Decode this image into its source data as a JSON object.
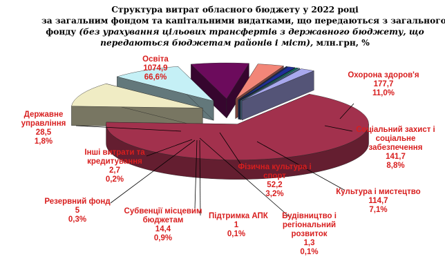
{
  "title": {
    "line1": "Структура  витрат  обласного  бюджету у 2022 році",
    "line2": "за загальним  фондом  та капітальними  видатками,  що передаються  з загального",
    "line3_a": "фонду",
    "line3_b": " (без урахування цільових трансфертів з державного бюджету,  що",
    "line4_b": "передаються  бюджетам  районів і міст),",
    "line4_c": " млн.грн,  %"
  },
  "chart_data": {
    "type": "pie",
    "title": "Структура витрат обласного бюджету у 2022 році",
    "slices": [
      {
        "label_lines": [
          "Освіта"
        ],
        "value_text": "1074,9",
        "pct_text": "66,6%",
        "value": 1074.9,
        "pct": 66.6,
        "color": "#a2314d"
      },
      {
        "label_lines": [
          "Охорона здоров'я"
        ],
        "value_text": "177,7",
        "pct_text": "11,0%",
        "value": 177.7,
        "pct": 11.0,
        "color": "#f0ecc4"
      },
      {
        "label_lines": [
          "Соціальний захист і",
          "соціальне",
          "забезпечення"
        ],
        "value_text": "141,7",
        "pct_text": "8,8%",
        "value": 141.7,
        "pct": 8.8,
        "color": "#c5f0f6"
      },
      {
        "label_lines": [
          "Культура і мистецтво"
        ],
        "value_text": "114,7",
        "pct_text": "7,1%",
        "value": 114.7,
        "pct": 7.1,
        "color": "#6c0b5c"
      },
      {
        "label_lines": [
          "Фізична культура і",
          "спорт"
        ],
        "value_text": "52,2",
        "pct_text": "3,2%",
        "value": 52.2,
        "pct": 3.2,
        "color": "#f28678"
      },
      {
        "label_lines": [
          "Будівництво і",
          "регіональний",
          "розвиток"
        ],
        "value_text": "1,3",
        "pct_text": "0,1%",
        "value": 1.3,
        "pct": 0.1,
        "color": "#3b3bcf"
      },
      {
        "label_lines": [
          "Підтримка АПК"
        ],
        "value_text": "1",
        "pct_text": "0,1%",
        "value": 1.0,
        "pct": 0.1,
        "color": "#1a6ad8"
      },
      {
        "label_lines": [
          "Субвенції місцевим",
          "бюджетам"
        ],
        "value_text": "14,4",
        "pct_text": "0,9%",
        "value": 14.4,
        "pct": 0.9,
        "color": "#1f2f9a"
      },
      {
        "label_lines": [
          "Резервний фонд"
        ],
        "value_text": "5",
        "pct_text": "0,3%",
        "value": 5.0,
        "pct": 0.3,
        "color": "#0b7d62"
      },
      {
        "label_lines": [
          "Інші витрати та",
          "кредитування"
        ],
        "value_text": "2,7",
        "pct_text": "0,2%",
        "value": 2.7,
        "pct": 0.2,
        "color": "#7ab6ea"
      },
      {
        "label_lines": [
          "Державне",
          "управління"
        ],
        "value_text": "28,5",
        "pct_text": "1,8%",
        "value": 28.5,
        "pct": 1.8,
        "color": "#a8a8ee"
      }
    ],
    "legend": "none",
    "label_color": "#d81e1e"
  }
}
